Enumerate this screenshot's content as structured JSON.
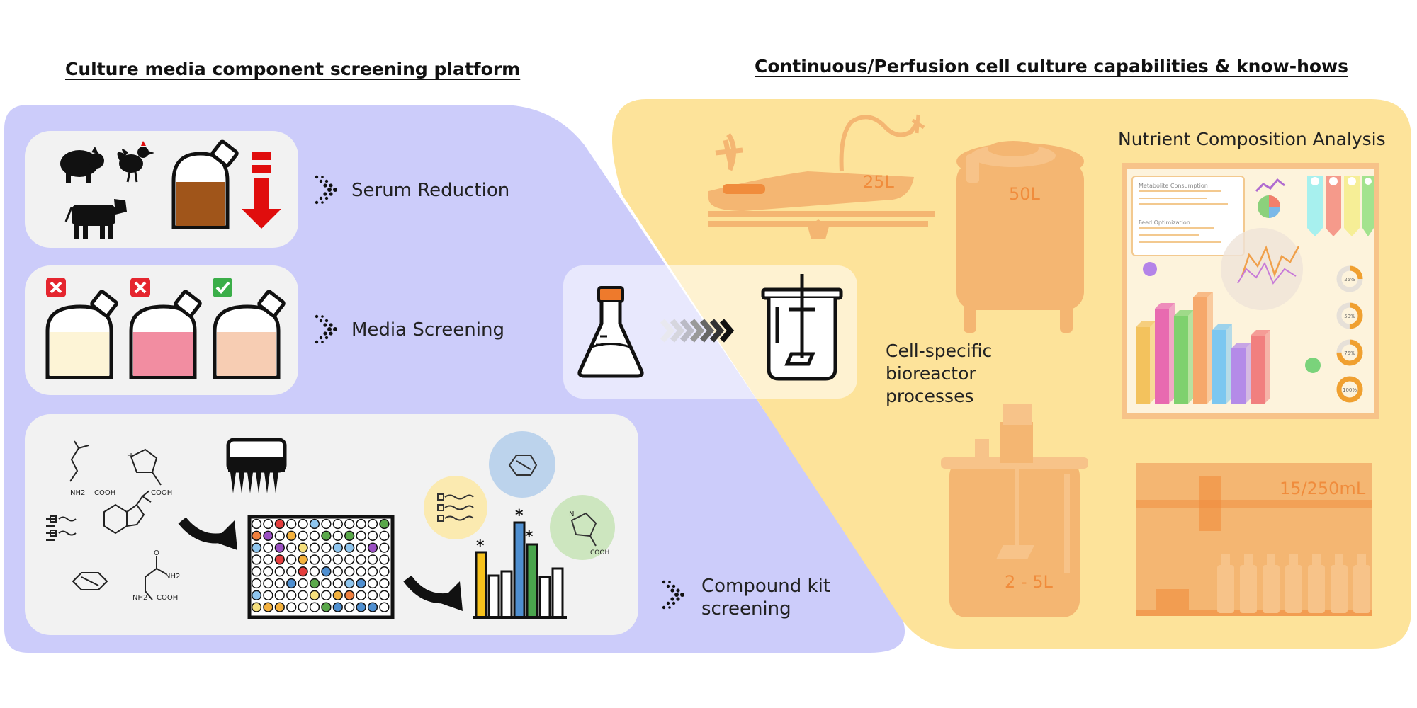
{
  "left_panel": {
    "title": "Culture media component screening platform",
    "rows": [
      {
        "label": "Serum Reduction"
      },
      {
        "label": "Media Screening"
      },
      {
        "label_line1": "Compound kit",
        "label_line2": "screening"
      }
    ],
    "chem_labels": {
      "nh2": "NH2",
      "cooh": "COOH",
      "h": "H",
      "n": "N",
      "o": "O"
    },
    "significance_mark": "*"
  },
  "right_panel": {
    "title": "Continuous/Perfusion  cell culture capabilities & know-hows",
    "nutrient_title": "Nutrient Composition Analysis",
    "process_label_lines": [
      "Cell-specific",
      "bioreactor",
      "processes"
    ],
    "vessels": [
      {
        "volume": "25L"
      },
      {
        "volume": "50L"
      },
      {
        "volume": "2 - 5L"
      },
      {
        "volume": "15/250mL"
      }
    ],
    "dashboard": {
      "metabolite_title": "Metabolite Consumption",
      "feed_title": "Feed Optimization",
      "gauges": [
        "25%",
        "50%",
        "75%",
        "100%"
      ]
    }
  },
  "colors": {
    "left_bg": "#ccccfa",
    "right_bg": "#fde39a",
    "vessel": "#f4b672",
    "card": "#f2f2f2",
    "serum": "#a0551a",
    "arrow_red": "#e00d0d",
    "cross_red": "#e5262f",
    "check_green": "#3bae49"
  }
}
